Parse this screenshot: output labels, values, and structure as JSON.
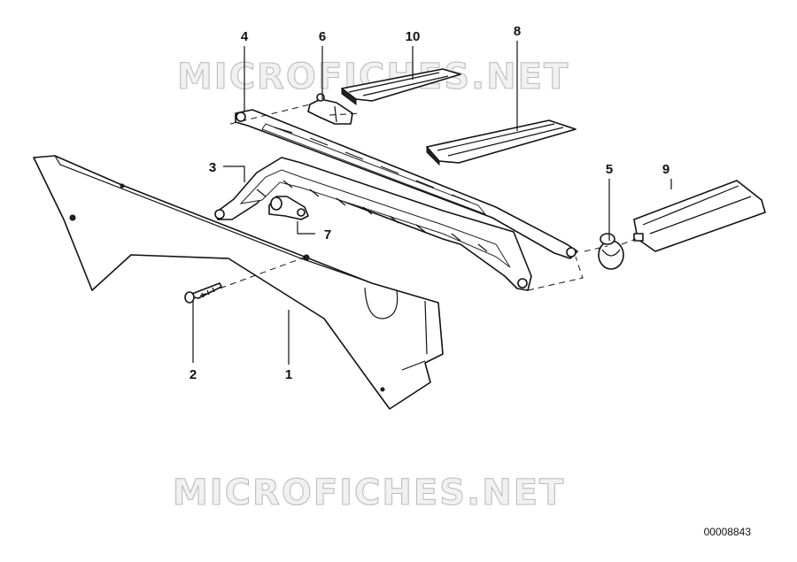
{
  "diagram": {
    "callouts": [
      {
        "id": "1",
        "label": "1"
      },
      {
        "id": "2",
        "label": "2"
      },
      {
        "id": "3",
        "label": "3"
      },
      {
        "id": "4",
        "label": "4"
      },
      {
        "id": "5",
        "label": "5"
      },
      {
        "id": "6",
        "label": "6"
      },
      {
        "id": "7",
        "label": "7"
      },
      {
        "id": "8",
        "label": "8"
      },
      {
        "id": "9",
        "label": "9"
      },
      {
        "id": "10",
        "label": "10"
      }
    ],
    "watermark": "MICROFICHES.NET",
    "document_number": "00008843"
  },
  "colors": {
    "line": "#111111",
    "background": "#ffffff",
    "watermark": "#bdbdbd"
  }
}
